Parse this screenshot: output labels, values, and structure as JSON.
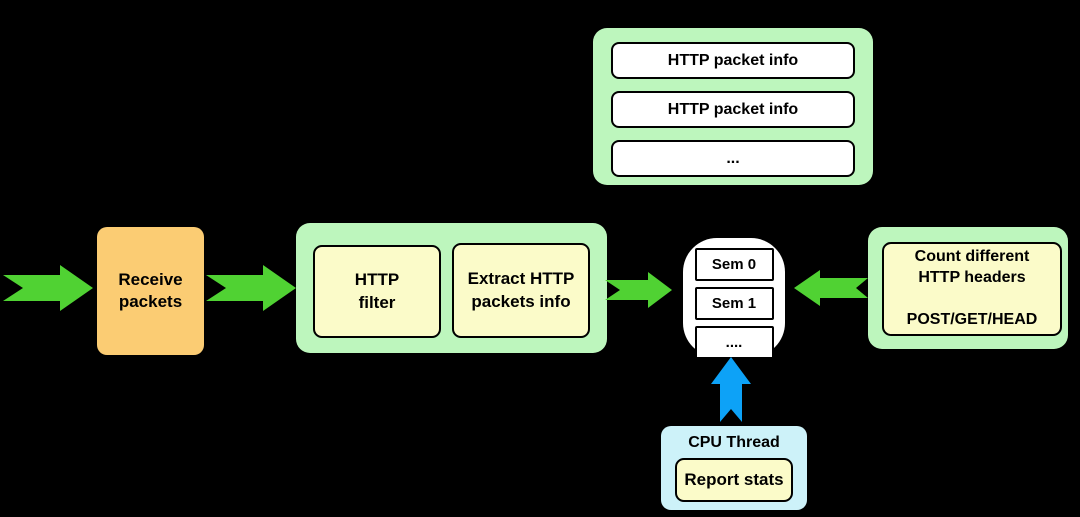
{
  "colors": {
    "background": "#000000",
    "container_green": "#bdf6bd",
    "box_cream": "#fbfbc9",
    "box_orange": "#fbcc73",
    "box_cyan": "#cdf2f9",
    "box_white": "#ffffff",
    "arrow_green": "#50d233",
    "arrow_blue": "#0da2f7",
    "border_black": "#000000"
  },
  "queue": {
    "items": [
      "HTTP packet info",
      "HTTP packet info",
      "..."
    ]
  },
  "receive": {
    "line1": "Receive",
    "line2": "packets"
  },
  "pipeline": {
    "filter": {
      "line1": "HTTP",
      "line2": "filter"
    },
    "extract": {
      "line1": "Extract HTTP",
      "line2": "packets info"
    }
  },
  "semaphores": {
    "items": [
      "Sem 0",
      "Sem 1",
      "...."
    ]
  },
  "counter": {
    "line1": "Count different",
    "line2": "HTTP headers",
    "line3": "POST/GET/HEAD"
  },
  "cpu": {
    "title": "CPU Thread",
    "stats": "Report stats"
  }
}
